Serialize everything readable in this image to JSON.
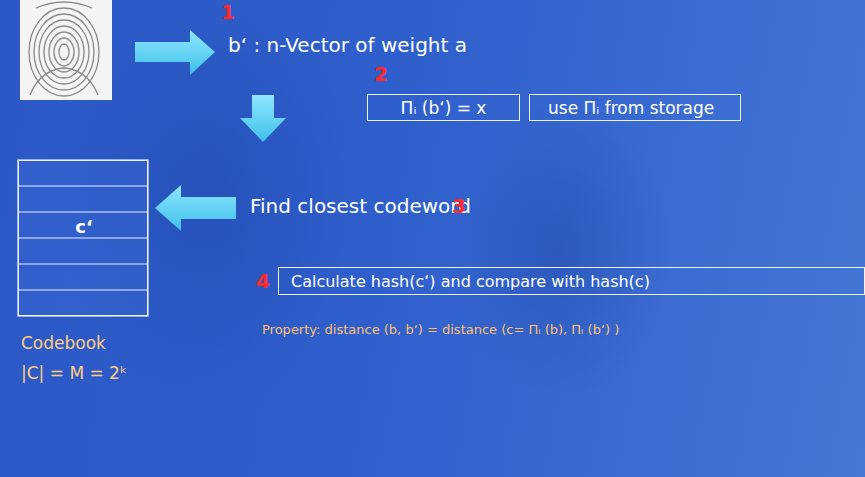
{
  "diagram": {
    "nodes": [
      {
        "text": [
          "Πᵢ (b‘) = x"
        ]
      },
      {
        "text": [
          "use Πᵢ from storage"
        ]
      },
      {
        "text": [
          "Codebook",
          "|C| = M = 2ᵏ"
        ]
      },
      {
        "text": [
          "c‘"
        ],
        "in": 2
      },
      {
        "text": [
          "Calculate hash(c‘) and compare with hash(c)"
        ]
      }
    ],
    "labels": [
      "1",
      "b‘ : n-Vector of weight a",
      "2",
      "Find closest codeword",
      "3",
      "4",
      "Property: distance (b, b‘) = distance (c= Πᵢ (b), Πᵢ (b‘) )"
    ]
  }
}
